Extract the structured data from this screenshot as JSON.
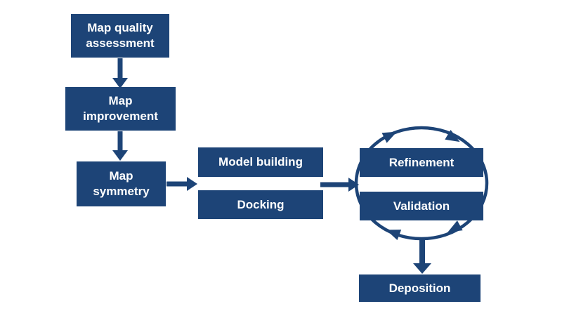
{
  "colors": {
    "box_fill": "#1d4477",
    "box_text": "#ffffff",
    "arrow": "#1d4477",
    "background": "#ffffff"
  },
  "nodes": {
    "map_quality": {
      "label": "Map quality assessment",
      "lines": [
        "Map quality",
        "assessment"
      ]
    },
    "map_improvement": {
      "label": "Map improvement",
      "lines": [
        "Map",
        "improvement"
      ]
    },
    "map_symmetry": {
      "label": "Map symmetry",
      "lines": [
        "Map",
        "symmetry"
      ]
    },
    "model_building": {
      "label": "Model building",
      "lines": [
        "Model building"
      ]
    },
    "docking": {
      "label": "Docking",
      "lines": [
        "Docking"
      ]
    },
    "refinement": {
      "label": "Refinement",
      "lines": [
        "Refinement"
      ]
    },
    "validation": {
      "label": "Validation",
      "lines": [
        "Validation"
      ]
    },
    "deposition": {
      "label": "Deposition",
      "lines": [
        "Deposition"
      ]
    }
  },
  "edges": [
    {
      "from": "map_quality",
      "to": "map_improvement",
      "type": "block-arrow-down"
    },
    {
      "from": "map_improvement",
      "to": "map_symmetry",
      "type": "block-arrow-down"
    },
    {
      "from": "map_symmetry",
      "to": "model_building_docking",
      "type": "block-arrow-right"
    },
    {
      "from": "model_building_docking",
      "to": "refinement_validation",
      "type": "block-arrow-right"
    },
    {
      "from": "refinement_validation",
      "to": "deposition",
      "type": "block-arrow-down"
    }
  ],
  "cycle": {
    "between": [
      "refinement",
      "validation"
    ],
    "direction": "clockwise",
    "arrowheads": 4
  }
}
